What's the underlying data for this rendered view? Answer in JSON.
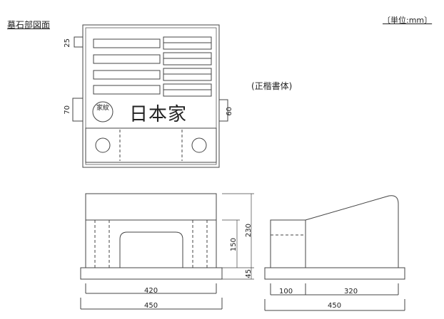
{
  "title": "墓石部図面",
  "unit": "〔単位:mm〕",
  "font_note": "(正楷書体)",
  "family_name": "日本家",
  "crest_label": "家紋",
  "dims": {
    "d25": "25",
    "d70": "70",
    "d60": "60",
    "d230": "230",
    "d150": "150",
    "d45": "45",
    "d420": "420",
    "d450_front": "450",
    "d100": "100",
    "d320": "320",
    "d450_side": "450"
  }
}
